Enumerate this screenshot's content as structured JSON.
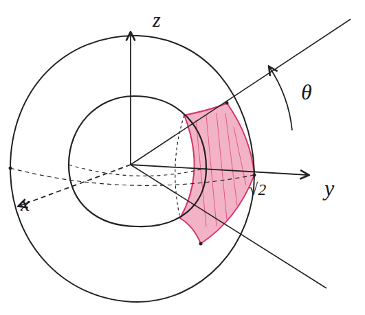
{
  "diagram": {
    "labels": [
      "z",
      "y",
      "x",
      "√2",
      "θ"
    ]
  }
}
